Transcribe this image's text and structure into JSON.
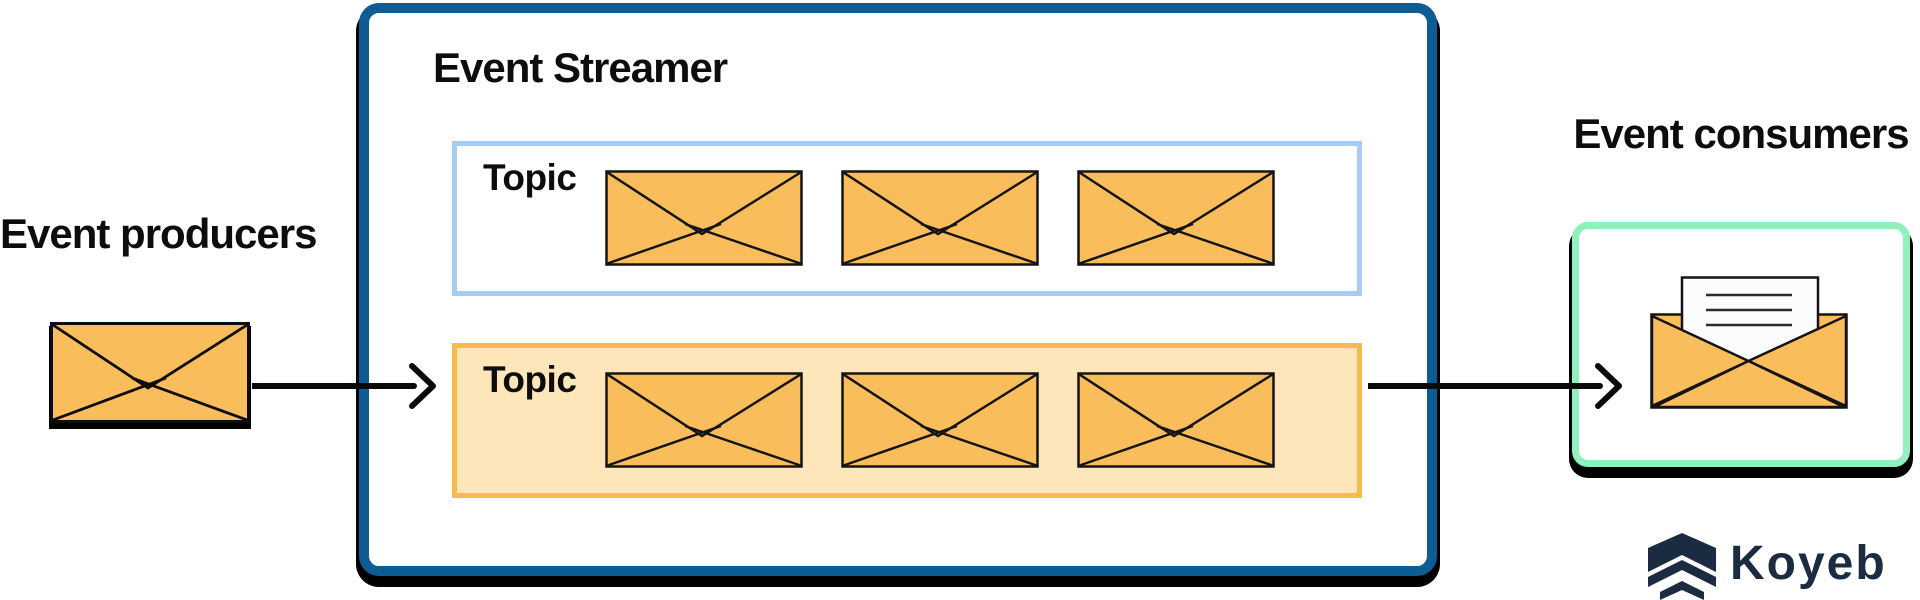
{
  "colors": {
    "canvas_bg": "#ffffff",
    "ink": "#0d0d0d",
    "stroke": "#141414",
    "streamer_border": "#0d5c93",
    "topic_blue_border": "#a6ccf5",
    "topic_orange_border": "#f8b94e",
    "topic_orange_fill": "#fce6ba",
    "envelope_fill": "#fabd5c",
    "letter_fill": "#fbfcfe",
    "consumer_border": "#90f0be",
    "brand_navy": "#1b2b41"
  },
  "diagram": {
    "producers_label": "Event producers",
    "streamer": {
      "title": "Event Streamer",
      "topics": [
        {
          "label": "Topic",
          "envelope_count": 3,
          "variant": "blue"
        },
        {
          "label": "Topic",
          "envelope_count": 3,
          "variant": "orange"
        }
      ]
    },
    "consumers_label": "Event consumers",
    "consumer_envelope": {
      "letter_line_count": 3
    },
    "brand": "Koyeb"
  }
}
